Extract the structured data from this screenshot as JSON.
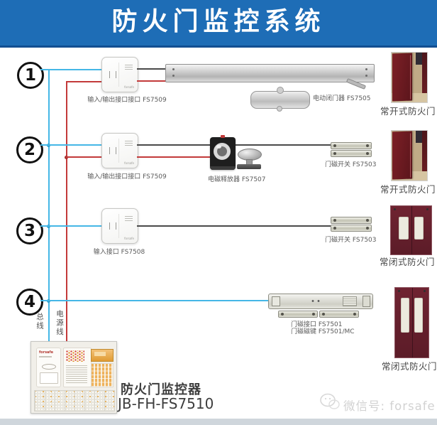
{
  "banner": {
    "title": "防火门监控系统"
  },
  "lines": {
    "bus_label": "总线",
    "power_label": "电源线"
  },
  "brand": "forsafe",
  "rows": [
    {
      "num": "1",
      "interface_label": "输入/输出接口接口 FS7509",
      "closer_label": "电动闭门器 FS7505",
      "door_label": "常开式防火门"
    },
    {
      "num": "2",
      "interface_label": "输入/输出接口接口 FS7509",
      "release_label": "电磁释放器 FS7507",
      "switch_label": "门磁开关 FS7503",
      "door_label": "常开式防火门"
    },
    {
      "num": "3",
      "interface_label": "输入接口 FS7508",
      "switch_label": "门磁开关 FS7503",
      "door_label": "常闭式防火门"
    },
    {
      "num": "4",
      "device_label1": "门磁接口 FS7501",
      "device_label2": "门磁磁键 FS7501/MC",
      "door_label": "常闭式防火门"
    }
  ],
  "controller": {
    "label": "防火门监控器",
    "model": "JB-FH-FS7510"
  },
  "watermark": {
    "text": "微信号: forsafe"
  },
  "colors": {
    "banner": "#1e6db6",
    "bus_line": "#45b7e6",
    "power_line": "#c33a3a",
    "signal_line": "#4a4a4a",
    "door_red": "#6f2331"
  }
}
